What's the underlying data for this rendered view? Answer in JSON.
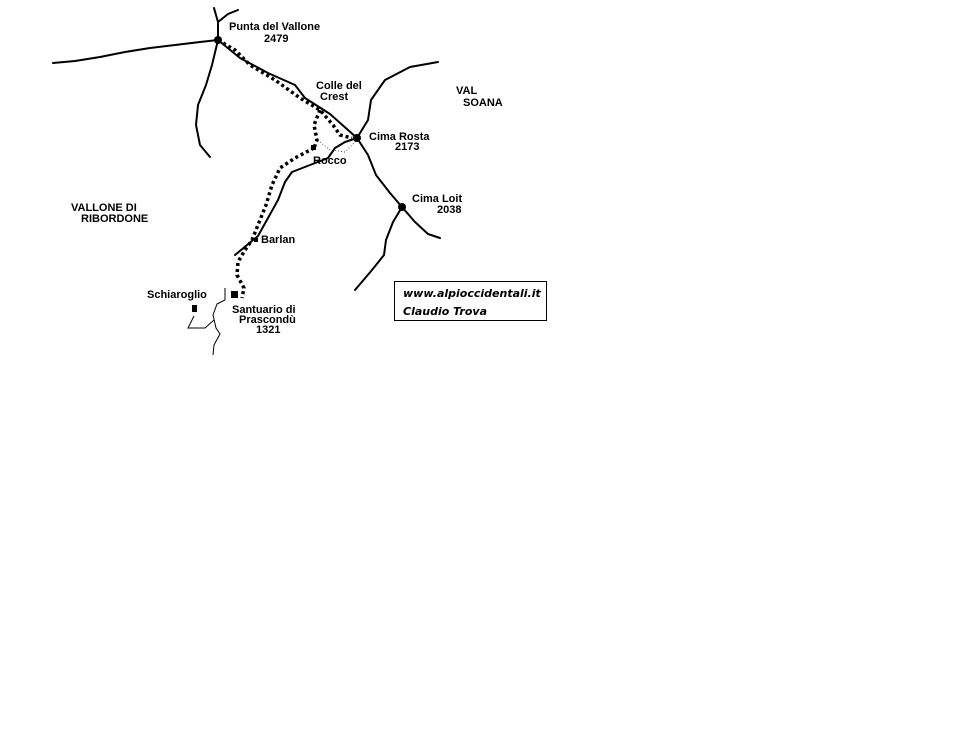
{
  "peaks": [
    {
      "name": "Punta del Vallone",
      "elevation": "2479"
    },
    {
      "name": "Cima Rosta",
      "elevation": "2173"
    },
    {
      "name": "Cima Loit",
      "elevation": "2038"
    }
  ],
  "passes": [
    {
      "name_line1": "Colle del",
      "name_line2": "Crest"
    }
  ],
  "places": [
    {
      "name": "Rocco"
    },
    {
      "name": "Barlan"
    },
    {
      "name": "Schiaroglio"
    },
    {
      "name_line1": "Santuario di",
      "name_line2": "Prascondù",
      "elevation": "1321"
    }
  ],
  "valleys": [
    {
      "line1": "VAL",
      "line2": "SOANA"
    },
    {
      "line1": "VALLONE DI",
      "line2": "RIBORDONE"
    }
  ],
  "credit": {
    "website": "www.alpioccidentali.it",
    "author": "Claudio Trova"
  }
}
